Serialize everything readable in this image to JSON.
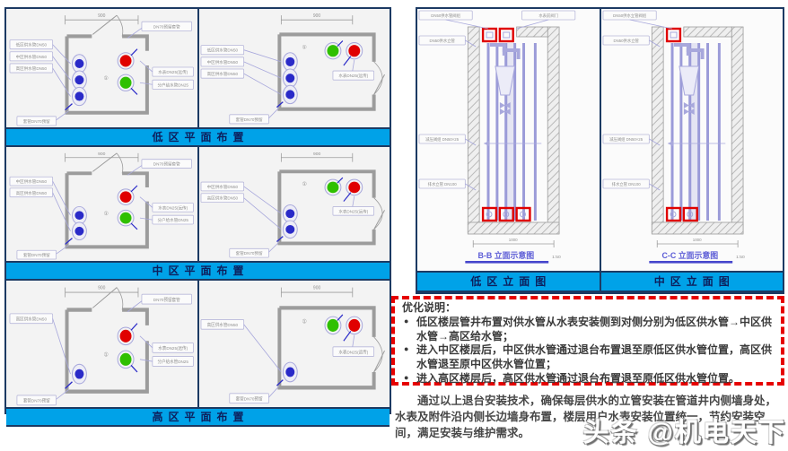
{
  "colors": {
    "banner_bg": "#00a2e8",
    "banner_text": "#0d1f5c",
    "frame": "#1c3a63",
    "dashed_red": "#e60000",
    "pipe_blue": "#2a2ac8",
    "fixture_red": "#e00000",
    "fixture_green": "#2fc000",
    "lavender": "#a8a8dc",
    "wall_gray": "#9c9c9c",
    "tiny_text": "#8f8f8f",
    "caption_blue": "#5b5bd6"
  },
  "left_block": {
    "rows": [
      {
        "banner": "低区平面布置",
        "panels": [
          {
            "variant": "left",
            "blue": 3,
            "stack_from": 0
          },
          {
            "variant": "right",
            "blue": 3,
            "stack_from": 0
          }
        ]
      },
      {
        "banner": "中区平面布置",
        "panels": [
          {
            "variant": "left",
            "blue": 2,
            "stack_from": 1
          },
          {
            "variant": "right",
            "blue": 2,
            "stack_from": 1
          }
        ]
      },
      {
        "banner": "高区平面布置",
        "panels": [
          {
            "variant": "left",
            "blue": 1,
            "stack_from": 2
          },
          {
            "variant": "right",
            "blue": 1,
            "stack_from": 2
          }
        ]
      }
    ]
  },
  "plan_labels": {
    "stack": [
      "低区供水管DN50",
      "中区供水管DN50",
      "高区供水管DN50"
    ],
    "right": [
      "水表DN25(远传)",
      "分户给水管DN25"
    ],
    "top_right": "DN70预留套管",
    "bottom": "套管DN70预留",
    "dim": "900",
    "room_mark": "①"
  },
  "right_block": {
    "panels": [
      {
        "banner": "低区立面图",
        "caption": "B-B 立面示意图",
        "scale": "1:50",
        "top_meters": 2,
        "bottom_meters": 3,
        "top_labels": [
          "DN50供水管阀组",
          "水表前阀门"
        ],
        "side_labels": [
          "DN50供水立管",
          "减压阀组 DN50×25",
          "排水立管 DN100"
        ],
        "dim": "1000"
      },
      {
        "banner": "中区立面图",
        "caption": "C-C 立面示意图",
        "scale": "1:50",
        "top_meters": 1,
        "bottom_meters": 2,
        "top_labels": [
          "DN50供水立管阀组"
        ],
        "side_labels": [
          "DN50供水立管",
          "减压阀组 DN50×25",
          "排水立管 DN100"
        ],
        "dim": "1000"
      }
    ]
  },
  "notes_box": {
    "title": "优化说明：",
    "bullets": [
      "低区楼层管井布置对供水管从水表安装侧到对侧分别为低区供水管→中区供水管→高区给水管；",
      "进入中区楼层后，中区供水管通过退台布置退至原低区供水管位置，高区供水管退至原中区供水管位置；",
      "进入高区楼层后，高区供水管通过退台布置退至原低区供水管位置。"
    ]
  },
  "summary": {
    "text": "通过以上退台安装技术，确保每层供水的立管安装在管道井内侧墙身处，水表及附件沿内侧长边墙身布置，楼层用户水表安装位置统一，节约安装空间，满足安装与维护需求。"
  },
  "watermark": {
    "text": "头条 @机电天下"
  }
}
